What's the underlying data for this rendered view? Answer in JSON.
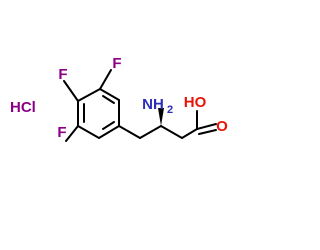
{
  "structure": {
    "salt_label": "HCl",
    "atoms": {
      "f_top_left": "F",
      "f_top_right": "F",
      "f_left": "F",
      "amine": "NH",
      "amine_subscript": "2",
      "hydroxyl": "HO",
      "carbonyl_oxygen": "O"
    },
    "colors": {
      "fluorine": "#8b0086",
      "nitrogen": "#2d2db8",
      "oxygen": "#e8140a",
      "chlorine": "#8b0086",
      "bond": "#000000"
    }
  }
}
